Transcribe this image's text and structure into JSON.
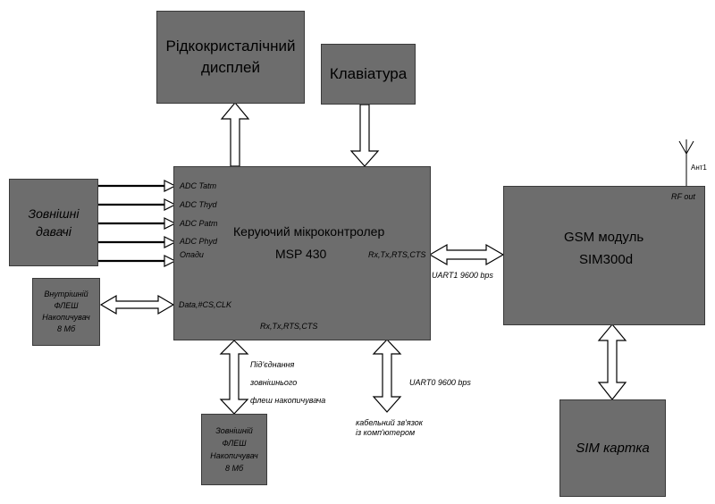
{
  "blocks": {
    "lcd": {
      "line1": "Рідкокристалічний",
      "line2": "дисплей"
    },
    "keyboard": {
      "label": "Клавіатура"
    },
    "sensors": {
      "line1": "Зовнішні",
      "line2": "давачі"
    },
    "internal_flash": {
      "line1": "Внутрішній",
      "line2": "ФЛЕШ",
      "line3": "Накопичувач",
      "line4": "8 Мб"
    },
    "mcu": {
      "title": "Керуючий мікроконтролер",
      "model": "MSP 430",
      "adc_labels": [
        "ADC Tatm",
        "ADC Thyd",
        "ADC Patm",
        "ADC Phyd",
        "Опади"
      ],
      "data_label": "Data,#CS,CLK",
      "uart1_pins": "Rx,Tx,RTS,CTS",
      "uart0_pins": "Rx,Tx,RTS,CTS"
    },
    "gsm": {
      "title": "GSM модуль",
      "model": "SIM300d",
      "rf_out": "RF out"
    },
    "antenna": {
      "label": "Ант1"
    },
    "sim": {
      "label": "SIM картка"
    },
    "external_flash": {
      "line1": "Зовнішній",
      "line2": "ФЛЕШ",
      "line3": "Накопичувач",
      "line4": "8 Мб"
    }
  },
  "links": {
    "uart1": "UART1 9600 bps",
    "uart0": "UART0 9600 bps",
    "ext_flash_conn": {
      "line1": "Під'єднання",
      "line2": "зовнішнього",
      "line3": "флеш накопичувача"
    },
    "cable": {
      "line1": "кабельний зв'язок",
      "line2": "із комп'ютером"
    }
  },
  "colors": {
    "block_fill": "#6d6d6d",
    "arrow_stroke": "#000000",
    "arrow_fill": "#ffffff"
  }
}
